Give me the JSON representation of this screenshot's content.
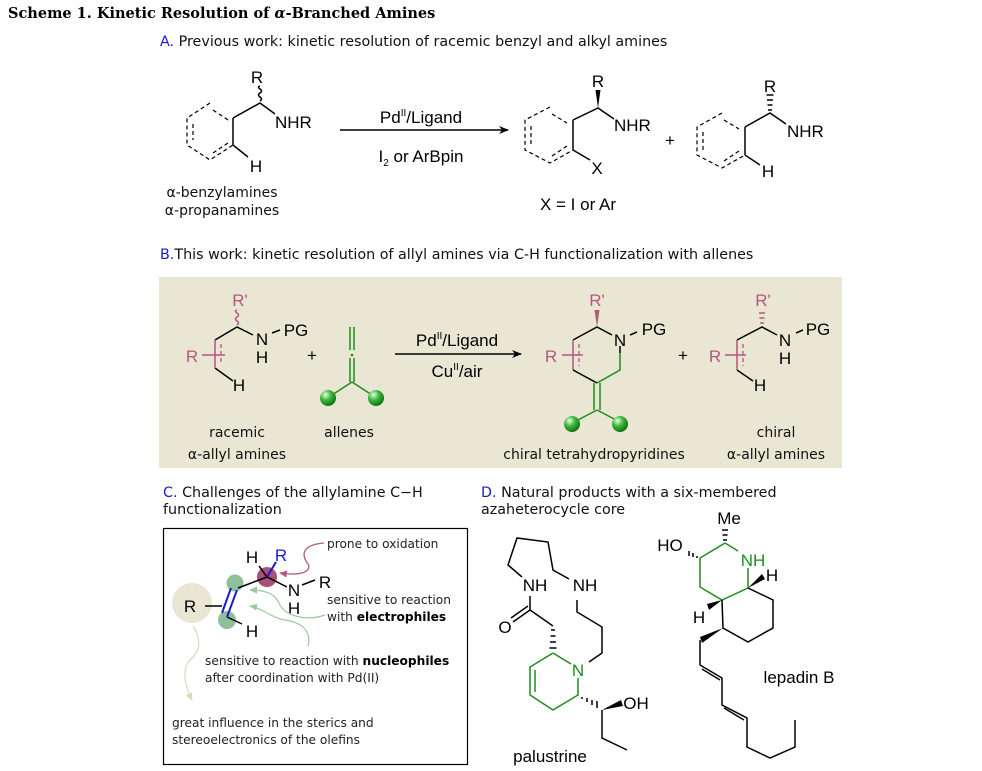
{
  "title": {
    "prefix": "Scheme 1. Kinetic Resolution of ",
    "alpha": "α",
    "suffix": "-Branched Amines"
  },
  "colors": {
    "pink": "#b5577f",
    "green": "#1e8c1e",
    "blue": "#1a1ad0",
    "panel_bg": "#e9e7d3"
  },
  "section_a": {
    "letter": "A.",
    "lead": " Previous work: ",
    "text": "kinetic resolution of racemic benzyl and alkyl amines",
    "substrate": {
      "r": "R",
      "nhr": "NHR",
      "h": "H",
      "label1": "α-benzylamines",
      "label2": "α-propanamines"
    },
    "reagent_top": {
      "pd": "Pd",
      "sup": "II",
      "rest": "/Ligand"
    },
    "reagent_bottom": {
      "i": "I",
      "sub": "2",
      "rest": " or ArBpin"
    },
    "product": {
      "r": "R",
      "nhr": "NHR",
      "x": "X",
      "label": "X = I or Ar"
    },
    "plus": "+",
    "recovered": {
      "r": "R",
      "nhr": "NHR",
      "h": "H"
    }
  },
  "section_b": {
    "letter": "B.",
    "text": "This work: kinetic resolution of allyl amines via C-H functionalization with allenes",
    "substrate": {
      "r_prime": "R'",
      "r": "R",
      "n": "N",
      "h_n": "H",
      "pg": "PG",
      "h": "H",
      "label1": "racemic",
      "label2": "α-allyl amines"
    },
    "plus": "+",
    "allene_label": "allenes",
    "reagent_top": {
      "pd": "Pd",
      "sup": "II",
      "rest": "/Ligand"
    },
    "reagent_bottom": {
      "cu": "Cu",
      "sup": "II",
      "rest": "/air"
    },
    "product": {
      "r_prime": "R'",
      "r": "R",
      "n": "N",
      "pg": "PG",
      "label": "chiral tetrahydropyridines"
    },
    "recovered": {
      "r_prime": "R'",
      "r": "R",
      "n": "N",
      "h_n": "H",
      "pg": "PG",
      "h": "H",
      "label1": "chiral",
      "label2": "α-allyl amines"
    }
  },
  "section_c": {
    "letter": "C.",
    "line1": " Challenges of the allylamine C−H",
    "line2": "functionalization",
    "atoms": {
      "r_left": "R",
      "h_top": "H",
      "r_blue": "R",
      "n": "N",
      "h_n": "H",
      "r_n": "R",
      "h_bottom": "H"
    },
    "notes": {
      "oxidation": "prone to oxidation",
      "electrophiles_1": "sensitive to reaction",
      "electrophiles_2a": "with ",
      "electrophiles_2b": "electrophiles",
      "nucleophiles_1a": "sensitive to reaction with ",
      "nucleophiles_1b": "nucleophiles",
      "nucleophiles_2": "after coordination with Pd(II)",
      "sterics_1": "great influence in the sterics and",
      "sterics_2": "stereoelectronics of the olefins"
    }
  },
  "section_d": {
    "letter": "D.",
    "line1": " Natural products with a six-membered",
    "line2": "azaheterocycle core",
    "palustrine": {
      "nh1": "NH",
      "nh2": "NH",
      "o": "O",
      "n": "N",
      "oh": "OH",
      "name": "palustrine"
    },
    "lepadin": {
      "me": "Me",
      "ho": "HO",
      "nh": "NH",
      "h1": "H",
      "h2": "H",
      "name": "lepadin B"
    }
  }
}
